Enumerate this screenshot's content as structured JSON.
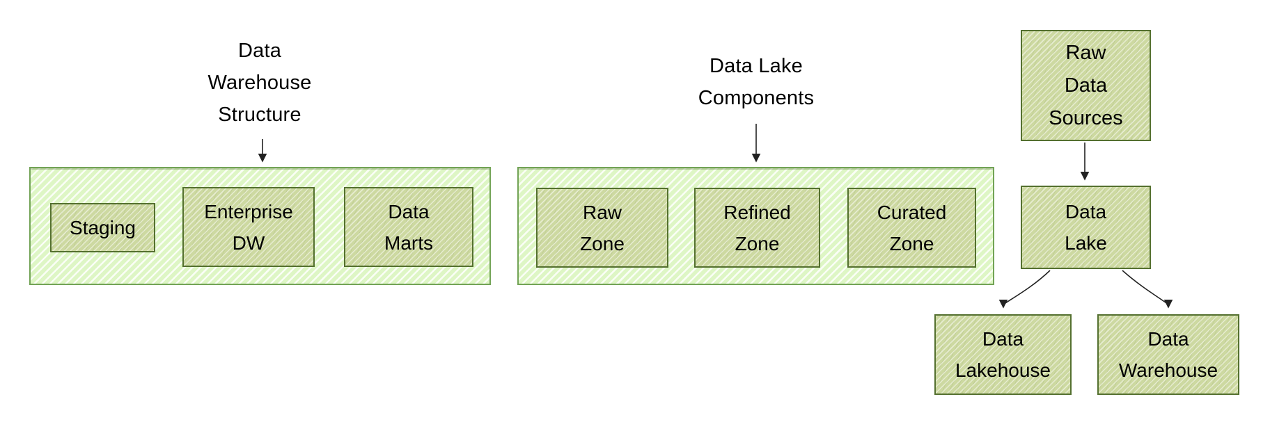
{
  "diagram": {
    "warehouse_section": {
      "title_lines": [
        "Data",
        "Warehouse",
        "Structure"
      ],
      "boxes": {
        "staging": {
          "lines": [
            "Staging"
          ]
        },
        "enterprise_dw": {
          "lines": [
            "Enterprise",
            "DW"
          ]
        },
        "data_marts": {
          "lines": [
            "Data",
            "Marts"
          ]
        }
      }
    },
    "lake_section": {
      "title_lines": [
        "Data Lake",
        "Components"
      ],
      "boxes": {
        "raw_zone": {
          "lines": [
            "Raw",
            "Zone"
          ]
        },
        "refined_zone": {
          "lines": [
            "Refined",
            "Zone"
          ]
        },
        "curated_zone": {
          "lines": [
            "Curated",
            "Zone"
          ]
        }
      }
    },
    "flow_section": {
      "nodes": {
        "raw_data_sources": {
          "lines": [
            "Raw",
            "Data",
            "Sources"
          ]
        },
        "data_lake": {
          "lines": [
            "Data",
            "Lake"
          ]
        },
        "data_lakehouse": {
          "lines": [
            "Data",
            "Lakehouse"
          ]
        },
        "data_warehouse": {
          "lines": [
            "Data",
            "Warehouse"
          ]
        }
      }
    },
    "colors": {
      "container_fill": "#def6c5",
      "container_border": "#72a356",
      "box_fill": "#cdd9a1",
      "box_border": "#54702f",
      "hatch": "#ffffff",
      "text": "#000000",
      "arrow": "#222222",
      "background": "#ffffff"
    }
  }
}
